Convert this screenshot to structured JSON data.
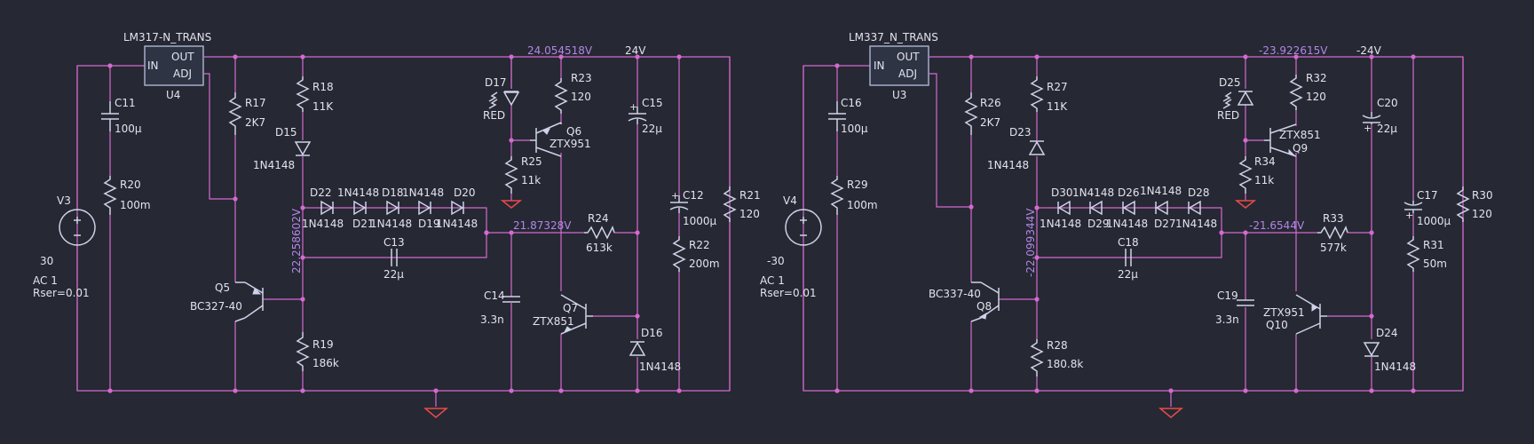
{
  "left": {
    "reg_name": "LM317-N_TRANS",
    "reg_ref": "U4",
    "pin_in": "IN",
    "pin_out": "OUT",
    "pin_adj": "ADJ",
    "out_voltage": "24.054518V",
    "out_label": "24V",
    "v_adj": "22.258602V",
    "v_mid": "21.87328V",
    "C11": "C11",
    "C11_val": "100µ",
    "R20": "R20",
    "R20_val": "100m",
    "V3": "V3",
    "V3_val": "30",
    "ac": "AC 1",
    "rser": "Rser=0.01",
    "R17": "R17",
    "R17_val": "2K7",
    "R18": "R18",
    "R18_val": "11K",
    "D15": "D15",
    "D15_val": "1N4148",
    "D22": "D22",
    "D21": "D21",
    "D18": "D18",
    "D19": "D19",
    "D20": "D20",
    "d_model": "1N4148",
    "C13": "C13",
    "C13_val": "22µ",
    "Q5": "Q5",
    "Q5_val": "BC327-40",
    "R19": "R19",
    "R19_val": "186k",
    "D17": "D17",
    "D17_val": "RED",
    "R23": "R23",
    "R23_val": "120",
    "Q6": "Q6",
    "Q6_val": "ZTX951",
    "R25": "R25",
    "R25_val": "11k",
    "C15": "C15",
    "C15_val": "22µ",
    "R24": "R24",
    "R24_val": "613k",
    "C12": "C12",
    "C12_val": "1000µ",
    "R22": "R22",
    "R22_val": "200m",
    "R21": "R21",
    "R21_val": "120",
    "C14": "C14",
    "C14_val": "3.3n",
    "Q7": "Q7",
    "Q7_val": "ZTX851",
    "D16": "D16",
    "D16_val": "1N4148"
  },
  "right": {
    "reg_name": "LM337_N_TRANS",
    "reg_ref": "U3",
    "pin_in": "IN",
    "pin_out": "OUT",
    "pin_adj": "ADJ",
    "out_voltage": "-23.922615V",
    "out_label": "-24V",
    "v_adj": "-22.099344V",
    "v_mid": "-21.6544V",
    "C16": "C16",
    "C16_val": "100µ",
    "R29": "R29",
    "R29_val": "100m",
    "V4": "V4",
    "V4_val": "-30",
    "ac": "AC 1",
    "rser": "Rser=0.01",
    "R26": "R26",
    "R26_val": "2K7",
    "R27": "R27",
    "R27_val": "11K",
    "D23": "D23",
    "D23_val": "1N4148",
    "D30": "D30",
    "D29": "D29",
    "D26": "D26",
    "D27": "D27",
    "D28": "D28",
    "d_model": "1N4148",
    "C18": "C18",
    "C18_val": "22µ",
    "Q8": "Q8",
    "Q8_val": "BC337-40",
    "R28": "R28",
    "R28_val": "180.8k",
    "D25": "D25",
    "D25_val": "RED",
    "R32": "R32",
    "R32_val": "120",
    "Q9": "Q9",
    "Q9_val": "ZTX851",
    "R34": "R34",
    "R34_val": "11k",
    "C20": "C20",
    "C20_val": "22µ",
    "R33": "R33",
    "R33_val": "577k",
    "C17": "C17",
    "C17_val": "1000µ",
    "R31": "R31",
    "R31_val": "50m",
    "R30": "R30",
    "R30_val": "120",
    "C19": "C19",
    "C19_val": "3.3n",
    "Q10": "Q10",
    "Q10_val": "ZTX951",
    "D24": "D24",
    "D24_val": "1N4148"
  },
  "colors": {
    "background": "#262833",
    "wire": "#d46ad0",
    "component": "#cfd2e8",
    "voltage_label": "#b286e6",
    "ground": "#e84a4a"
  }
}
